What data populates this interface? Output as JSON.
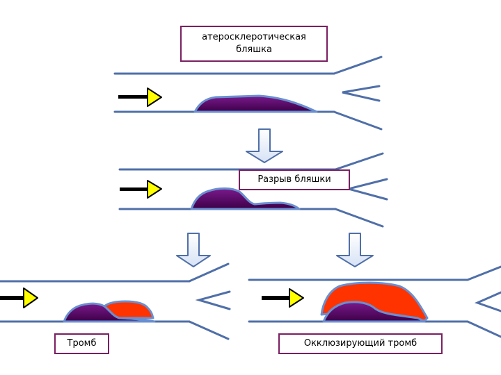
{
  "labels": {
    "plaque": "атеросклеротическая\nбляшка",
    "rupture": "Разрыв бляшки",
    "thrombus": "Тромб",
    "occlusive_thrombus": "Окклюзирующий тромб"
  },
  "colors": {
    "vessel_line": "#4f6fa8",
    "plaque_fill": "#5c0a6a",
    "plaque_border": "#6a8fd0",
    "thrombus_fill": "#ff3300",
    "flow_arrow": "#ffff00",
    "label_border": "#7a1f62"
  }
}
